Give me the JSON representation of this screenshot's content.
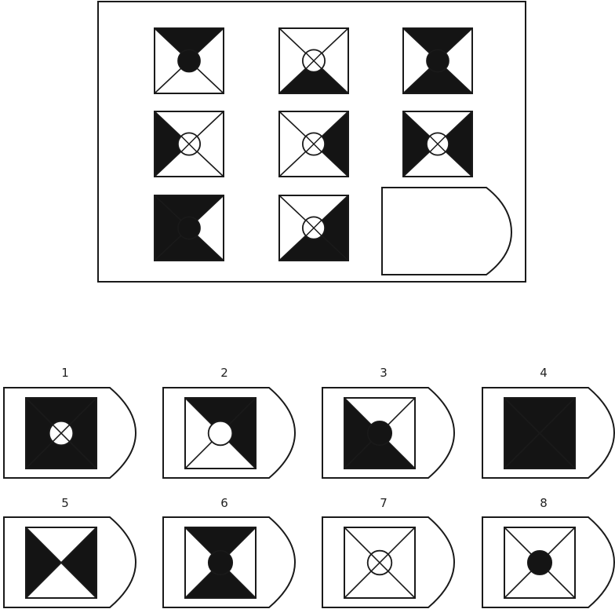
{
  "puzzle": {
    "grid": [
      {
        "top": "black",
        "bottom": "white",
        "left": "white",
        "right": "white",
        "dot": "filled"
      },
      {
        "top": "white",
        "bottom": "black",
        "left": "white",
        "right": "white",
        "dot": "hollow-x"
      },
      {
        "top": "black",
        "bottom": "black",
        "left": "white",
        "right": "white",
        "dot": "filled"
      },
      {
        "top": "white",
        "bottom": "white",
        "left": "black",
        "right": "white",
        "dot": "hollow-x"
      },
      {
        "top": "white",
        "bottom": "white",
        "left": "white",
        "right": "black",
        "dot": "hollow-x"
      },
      {
        "top": "white",
        "bottom": "white",
        "left": "black",
        "right": "black",
        "dot": "hollow-x"
      },
      {
        "top": "black",
        "bottom": "black",
        "left": "black",
        "right": "white",
        "dot": "filled"
      },
      {
        "top": "white",
        "bottom": "black",
        "left": "white",
        "right": "black",
        "dot": "hollow-x"
      }
    ],
    "answer_slot": "missing"
  },
  "options": [
    {
      "label": "1",
      "top": "black",
      "bottom": "black",
      "left": "black",
      "right": "black",
      "dot": "hollow-x"
    },
    {
      "label": "2",
      "top": "black",
      "bottom": "white",
      "left": "white",
      "right": "black",
      "dot": "hollow"
    },
    {
      "label": "3",
      "top": "white",
      "bottom": "black",
      "left": "black",
      "right": "white",
      "dot": "filled"
    },
    {
      "label": "4",
      "top": "black",
      "bottom": "black",
      "left": "black",
      "right": "black",
      "dot": "none"
    },
    {
      "label": "5",
      "top": "white",
      "bottom": "white",
      "left": "black",
      "right": "black",
      "dot": "none"
    },
    {
      "label": "6",
      "top": "black",
      "bottom": "black",
      "left": "white",
      "right": "white",
      "dot": "filled"
    },
    {
      "label": "7",
      "top": "white",
      "bottom": "white",
      "left": "white",
      "right": "white",
      "dot": "hollow-x"
    },
    {
      "label": "8",
      "top": "white",
      "bottom": "white",
      "left": "white",
      "right": "white",
      "dot": "filled"
    }
  ],
  "colors": {
    "ink": "#1a1a1a",
    "fill": "#141414",
    "paper": "#ffffff"
  }
}
